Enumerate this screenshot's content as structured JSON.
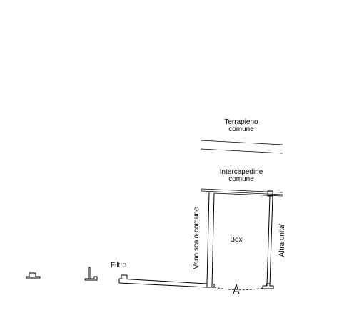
{
  "labels": {
    "terrapieno_line1": "Terrapieno",
    "terrapieno_line2": "comune",
    "intercapedine_line1": "Intercapedine",
    "intercapedine_line2": "comune",
    "box": "Box",
    "vano_scala": "Vano scala comune",
    "altra_unita": "Altra unita'",
    "filtro": "Filtro"
  },
  "colors": {
    "line": "#000000",
    "background": "#ffffff"
  }
}
